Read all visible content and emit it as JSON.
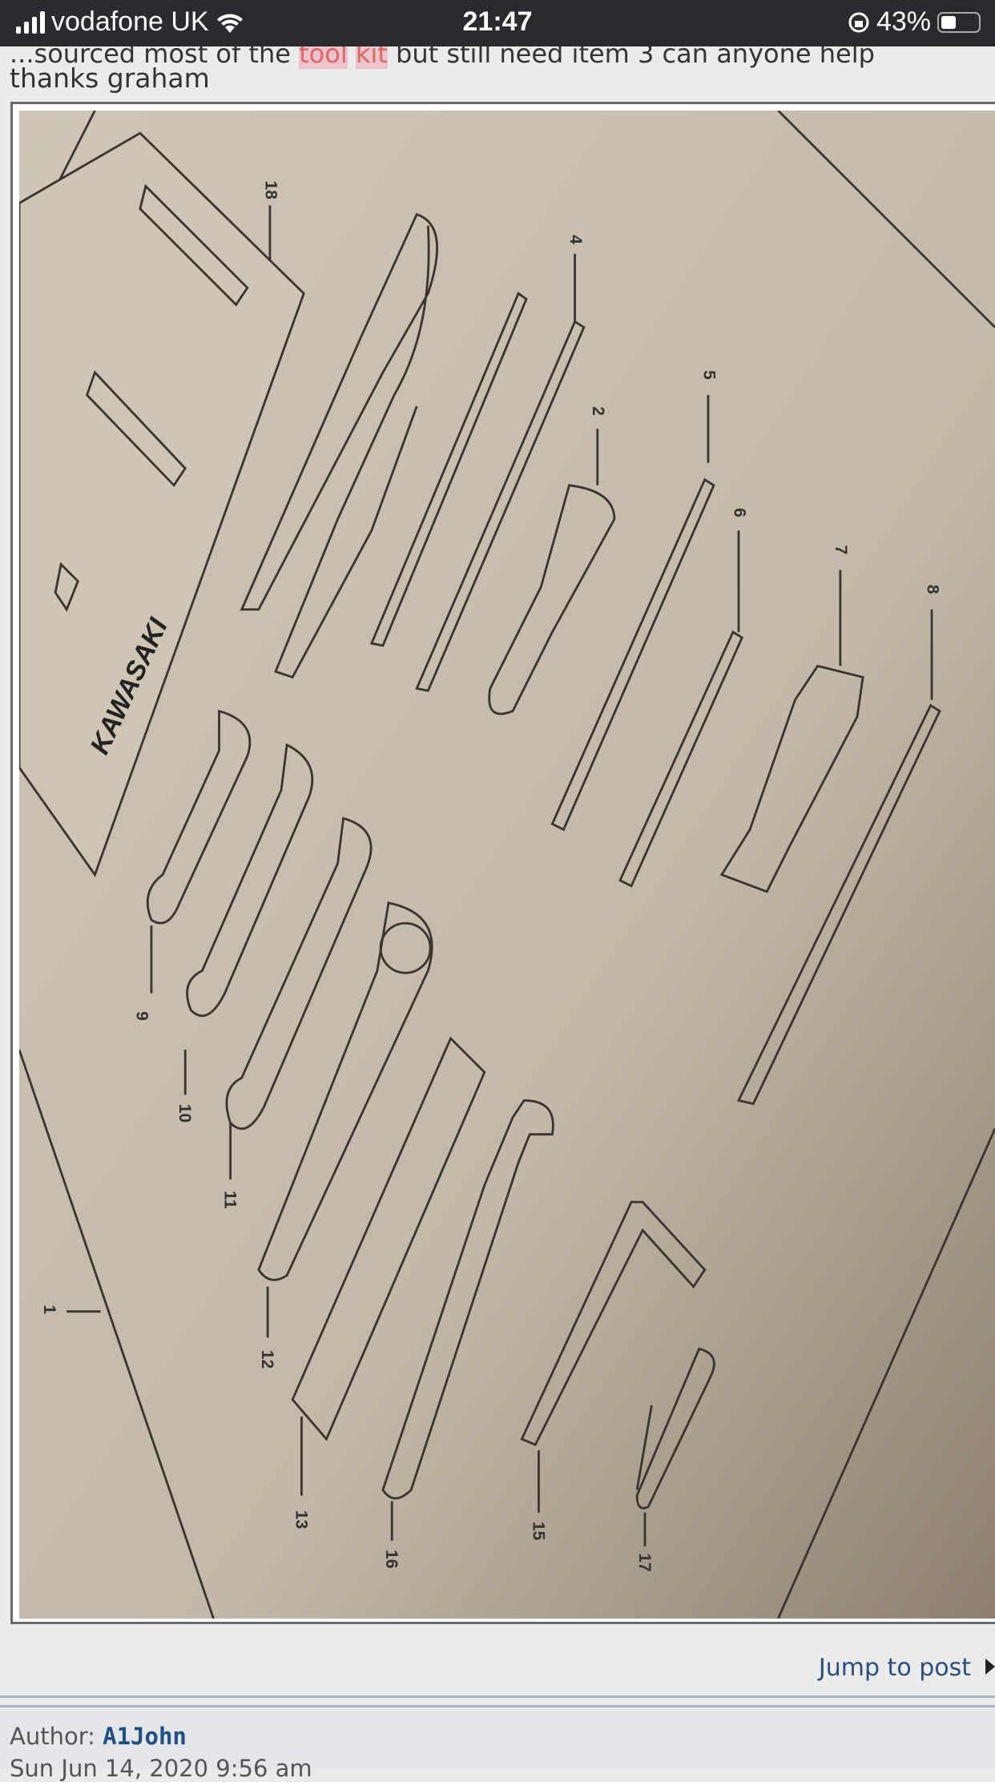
{
  "status_bar": {
    "carrier": "vodafone UK",
    "time": "21:47",
    "battery": "43%",
    "battery_level": 0.43
  },
  "post": {
    "cut_line": [
      "...sourced most of the ",
      "tool",
      " ",
      "kit",
      " but still need item 3 can anyone help"
    ],
    "signature": "thanks graham",
    "diagram_labels": [
      "18",
      "4",
      "2",
      "5",
      "6",
      "7",
      "8",
      "9",
      "10",
      "11",
      "12",
      "13",
      "16",
      "15",
      "17",
      "1"
    ],
    "diagram_brand": "KAWASAKI",
    "jump_link": "Jump to post"
  },
  "next_post": {
    "author_label": "Author:",
    "author": "A1John",
    "date": "Sun Jun 14, 2020 9:56 am"
  }
}
